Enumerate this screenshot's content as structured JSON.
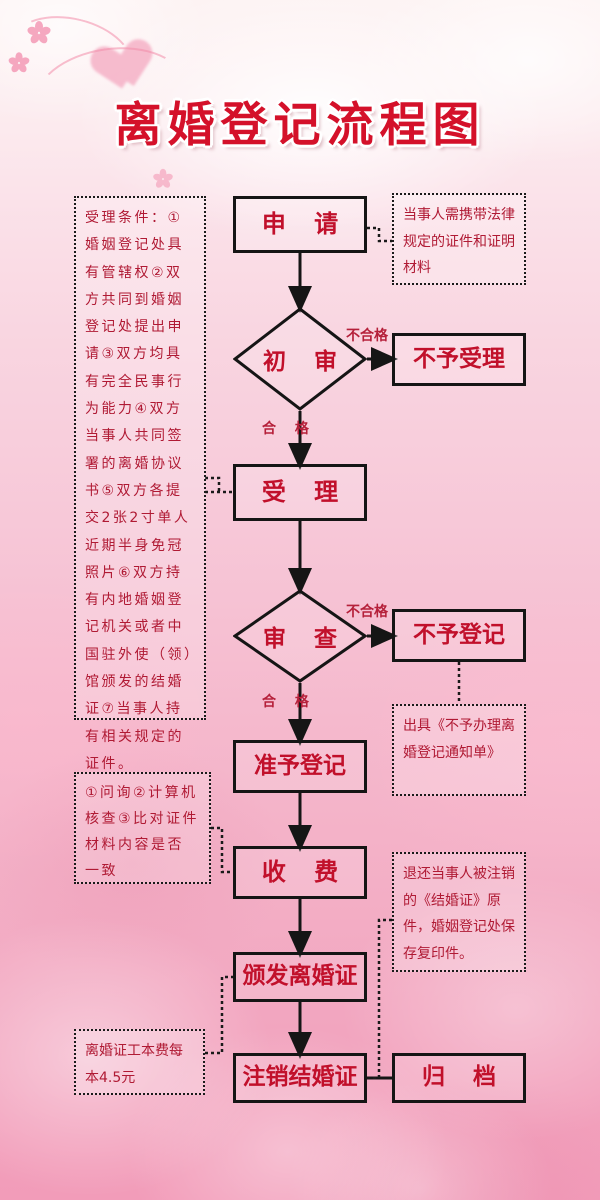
{
  "poster": {
    "title": "离婚登记流程图",
    "title_color": "#d4112a",
    "node_text_color": "#c1102b",
    "note_text_color": "#b01a34",
    "border_color": "#151515",
    "background_top": "#fdf3f3",
    "background_bottom": "#f29cb9"
  },
  "flow": {
    "nodes": {
      "apply": "申 请",
      "first_review": "初 审",
      "reject_accept": "不予受理",
      "accept": "受 理",
      "examine": "审 查",
      "reject_register": "不予登记",
      "allow_register": "准予登记",
      "fee": "收 费",
      "issue_divorce_cert": "颁发离婚证",
      "cancel_marriage_cert": "注销结婚证",
      "archive": "归 档"
    },
    "edge_labels": {
      "fail_first": "不合格",
      "pass_first": "合 格",
      "fail_examine": "不合格",
      "pass_examine": "合 格"
    }
  },
  "notes": {
    "accept_conditions": "受理条件：①婚姻登记处具有管辖权②双方共同到婚姻登记处提出申请③双方均具有完全民事行为能力④双方当事人共同签署的离婚协议书⑤双方各提交2张2寸单人近期半身免冠照片⑥双方持有内地婚姻登记机关或者中国驻外使（领）馆颁发的结婚证⑦当事人持有相关规定的证件。",
    "apply_docs": "当事人需携带法律规定的证件和证明材料",
    "reject_notice": "出具《不予办理离婚登记通知单》",
    "examine_steps": "①问询②计算机核查③比对证件材料内容是否一致",
    "return_cert": "退还当事人被注销的《结婚证》原件，婚姻登记处保存复印件。",
    "fee_amount": "离婚证工本费每本4.5元"
  }
}
